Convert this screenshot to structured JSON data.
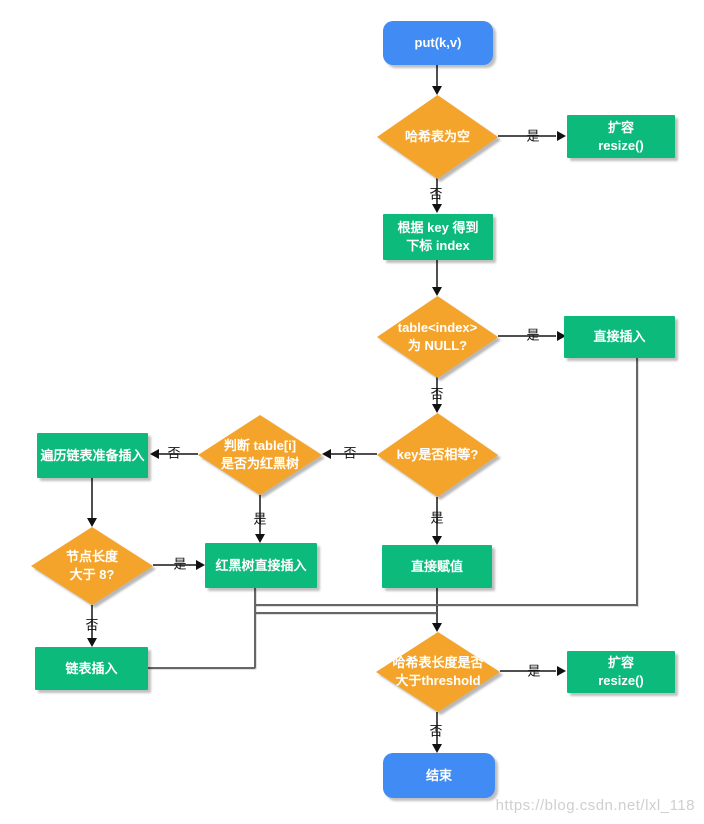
{
  "nodes": {
    "start": {
      "label": "put(k,v)"
    },
    "d_empty": {
      "label": "哈希表为空"
    },
    "resize_top": {
      "label": "扩容\nresize()"
    },
    "calc_index": {
      "label": "根据 key 得到\n下标 index"
    },
    "d_null": {
      "label": "table<index>\n为 NULL?"
    },
    "direct_insert": {
      "label": "直接插入"
    },
    "d_key_equal": {
      "label": "key是否相等?"
    },
    "d_is_rbtree": {
      "label": "判断 table[i]\n是否为红黑树"
    },
    "traverse": {
      "label": "遍历链表准备插入"
    },
    "d_len_gt8": {
      "label": "节点长度\n大于 8?"
    },
    "rbtree_insert": {
      "label": "红黑树直接插入"
    },
    "list_insert": {
      "label": "链表插入"
    },
    "assign": {
      "label": "直接赋值"
    },
    "d_threshold": {
      "label": "哈希表长度是否\n大于threshold"
    },
    "resize_bottom": {
      "label": "扩容\nresize()"
    },
    "end": {
      "label": "结束"
    }
  },
  "edge_labels": {
    "yes": "是",
    "no": "否"
  },
  "watermark": "https://blog.csdn.net/lxl_118",
  "colors": {
    "start_end_fill": "#418bf4",
    "process_fill": "#0cbb7b",
    "decision_fill": "#f5a42b",
    "node_text": "#ffffff",
    "connector": "#4f4f4f",
    "edge_label_text": "#111111",
    "watermark_text": "#cfcfcf",
    "background": "#ffffff"
  }
}
